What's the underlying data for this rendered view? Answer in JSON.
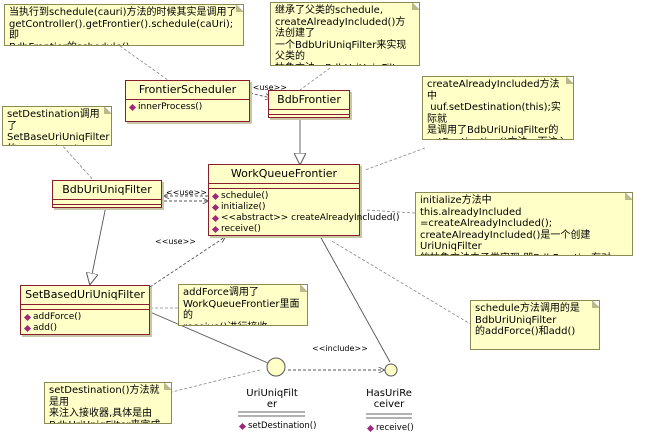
{
  "notes": {
    "scheduler_note": "当执行到schedule(cauri)方法的时候其实是调用了\ngetController().getFrontier().schedule(caUri);即\nBdbFrontier的schedule()",
    "bdb_note": "继承了父类的schedule,\ncreateAlreadyIncluded()方法创建了\n一个BdbUriUniqFilter来实现父类的\n抽象方法。BdbUriUniqFilter继承\nUriUniqFilter。",
    "setdest_note": "setDestination调用了\nSetBaseUriUniqFilter\n的setDestination",
    "create_note": "createAlreadyIncluded方法中\n uuf.setDestination(this);实际就\n是调用了BdbUriUniqFilter的\nsetDestination()方法，而注入\n的接收器就是BdbFrontier",
    "init_note": "initialize方法中\nthis.alreadyIncluded =createAlreadyIncluded();\ncreateAlreadyIncluded()是一个创建UriUniqFilter\n的抽象方法由子类实现,即BdbFrontier有对\ncreateAlreadyIncluded的具体实现",
    "addforce_note": "addForce调用了\nWorkQueueFrontier里面的\nreceive()进行接收",
    "schedule_note": "schedule方法调用的是\nBdbUriUniqFilter\n的addForce()和add()",
    "setdest2_note": "setDestination()方法就是用\n来注入接收器,具体是由\nBdbUriUniqFilter来完成的"
  },
  "classes": {
    "frontier_scheduler": {
      "name": "FrontierScheduler",
      "ops": [
        "innerProcess()"
      ]
    },
    "bdb_frontier": {
      "name": "BdbFrontier",
      "ops": []
    },
    "work_queue_frontier": {
      "name": "WorkQueueFrontier",
      "ops": [
        "schedule()",
        "initialize()",
        "<<abstract>> createAlreadyIncluded()",
        "receive()"
      ]
    },
    "bdb_uri_uniq_filter": {
      "name": "BdbUriUniqFilter",
      "ops": []
    },
    "set_based_filter": {
      "name": "SetBasedUriUniqFilter",
      "ops": [
        "addForce()",
        "add()"
      ]
    }
  },
  "interfaces": {
    "uri_uniq_filter": {
      "label": "UriUniqFilt\ner",
      "op": "setDestination()"
    },
    "has_uri_receiver": {
      "label": "HasUriRe\nceiver",
      "op": "receive()"
    }
  },
  "relations": {
    "use1": "<<use>>",
    "use2": "<<use>>",
    "use3": "<<use>>",
    "include": "<<include>>"
  },
  "colors": {
    "note_fill": "#ffffc8",
    "class_border": "#8a1c2c",
    "line": "#5a5a5a",
    "op_icon": "#a0287a"
  }
}
